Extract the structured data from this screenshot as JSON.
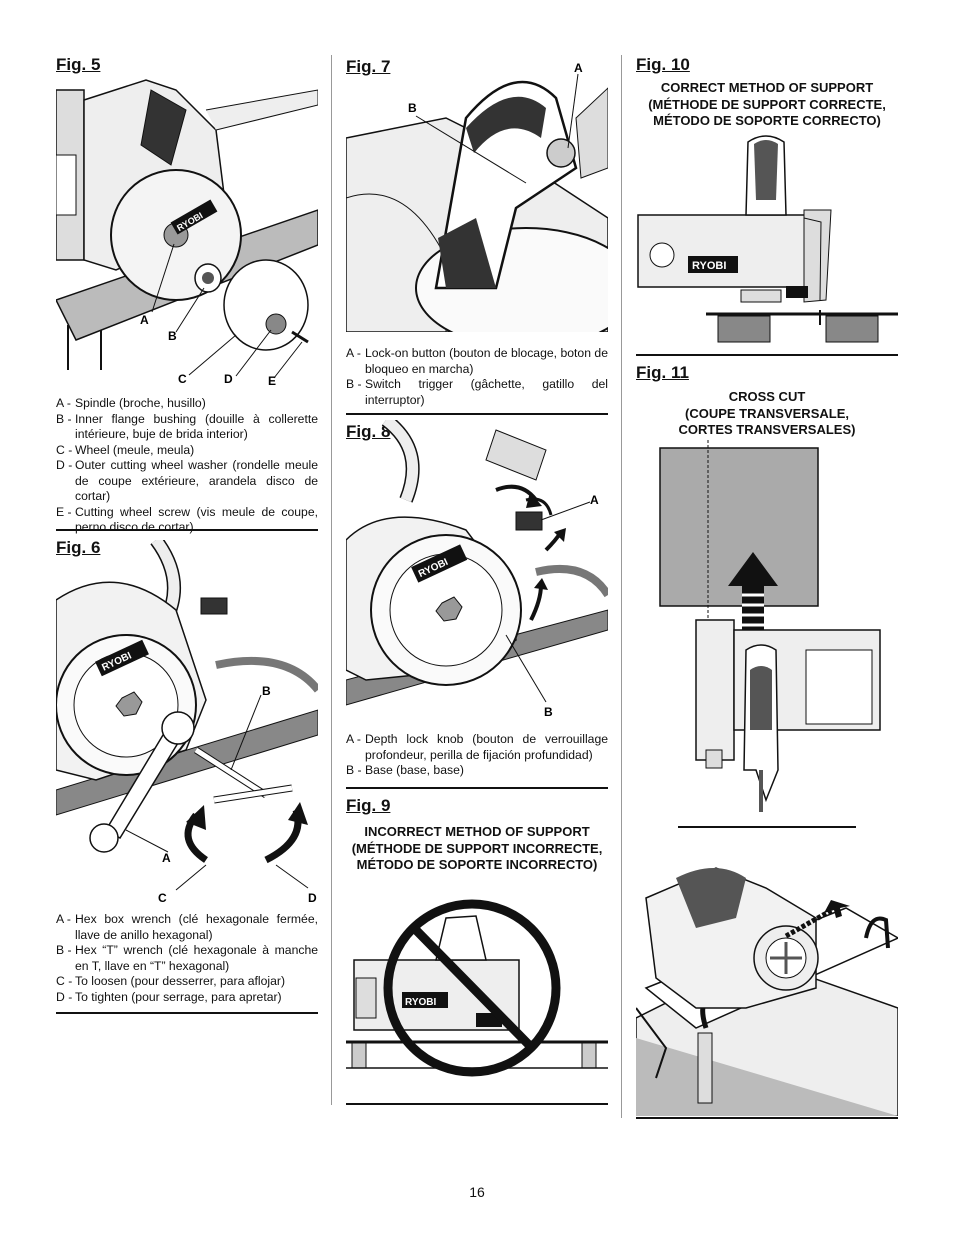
{
  "page_number": "16",
  "brand": "RYOBI",
  "fig5": {
    "title": "Fig. 5",
    "callouts": [
      "A",
      "B",
      "C",
      "D",
      "E"
    ],
    "legend": [
      {
        "key": "A -",
        "text": "Spindle (broche, husillo)"
      },
      {
        "key": "B -",
        "text": "Inner flange bushing (douille à collerette intérieure, buje de brida interior)"
      },
      {
        "key": "C -",
        "text": "Wheel (meule, meula)"
      },
      {
        "key": "D -",
        "text": "Outer cutting wheel washer (rondelle meule de coupe extérieure, arandela disco de cortar)"
      },
      {
        "key": "E -",
        "text": "Cutting wheel screw (vis meule de coupe, perno disco de cortar)"
      }
    ]
  },
  "fig6": {
    "title": "Fig. 6",
    "callouts": [
      "B",
      "A",
      "C",
      "D"
    ],
    "legend": [
      {
        "key": "A -",
        "text": "Hex box wrench (clé hexagonale fermée, llave de anillo hexagonal)"
      },
      {
        "key": "B -",
        "text": "Hex “T” wrench (clé hexagonale à manche en T, llave en “T” hexagonal)"
      },
      {
        "key": "C -",
        "text": "To loosen (pour desserrer, para aflojar)"
      },
      {
        "key": "D -",
        "text": "To tighten (pour serrage, para apretar)"
      }
    ]
  },
  "fig7": {
    "title": "Fig. 7",
    "callouts": [
      "A",
      "B"
    ],
    "legend": [
      {
        "key": "A -",
        "text": "Lock-on button (bouton de blocage, boton de bloqueo en marcha)"
      },
      {
        "key": "B -",
        "text": "Switch trigger (gâchette, gatillo del interruptor)"
      }
    ]
  },
  "fig8": {
    "title": "Fig. 8",
    "callouts": [
      "A",
      "B"
    ],
    "legend": [
      {
        "key": "A -",
        "text": "Depth lock knob (bouton de verrouillage profondeur, perilla de fijación profundidad)"
      },
      {
        "key": "B -",
        "text": "Base (base, base)"
      }
    ]
  },
  "fig9": {
    "title": "Fig. 9",
    "caption": [
      "INCORRECT METHOD OF SUPPORT",
      "(MÉTHODE DE SUPPORT INCORRECTE,",
      "MÉTODO DE SOPORTE INCORRECTO)"
    ]
  },
  "fig10": {
    "title": "Fig. 10",
    "caption": [
      "CORRECT METHOD OF SUPPORT",
      "(MÉTHODE DE SUPPORT CORRECTE,",
      "MÉTODO DE SOPORTE CORRECTO)"
    ]
  },
  "fig11": {
    "title": "Fig. 11",
    "caption": [
      "CROSS CUT",
      "(COUPE TRANSVERSALE,",
      "CORTES TRANSVERSALES)"
    ]
  }
}
